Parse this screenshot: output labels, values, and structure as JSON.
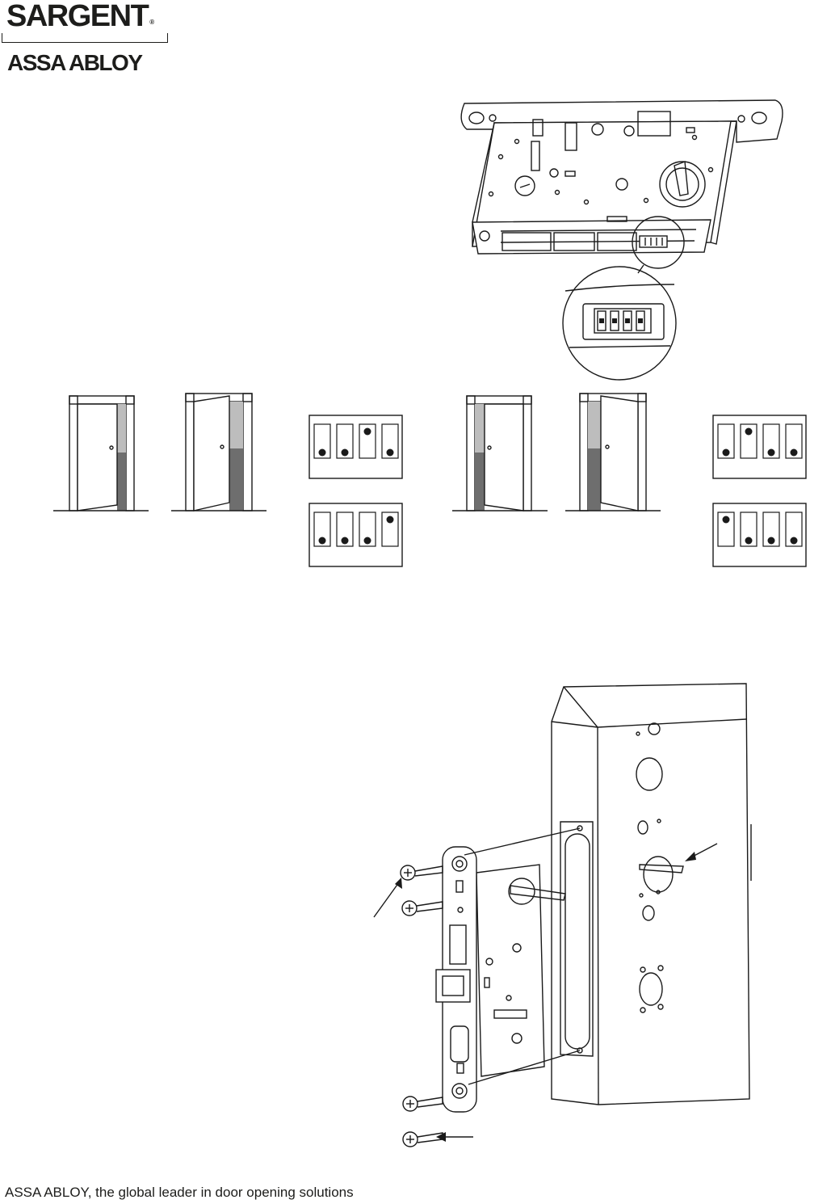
{
  "brand": {
    "name": "SARGENT",
    "registered_mark": "®",
    "parent": "ASSA ABLOY"
  },
  "footer": {
    "tagline": "ASSA ABLOY, the global leader in door opening solutions"
  },
  "dip_switch_sets": [
    {
      "top": [
        "down",
        "down",
        "up",
        "down"
      ],
      "bottom": [
        "down",
        "down",
        "down",
        "up"
      ]
    },
    {
      "top": [
        "down",
        "up",
        "down",
        "down"
      ],
      "bottom": [
        "up",
        "down",
        "down",
        "down"
      ]
    }
  ],
  "colors": {
    "line": "#1a1a1a",
    "door_light": "#bdbdbd",
    "door_dark": "#6e6e6e"
  }
}
